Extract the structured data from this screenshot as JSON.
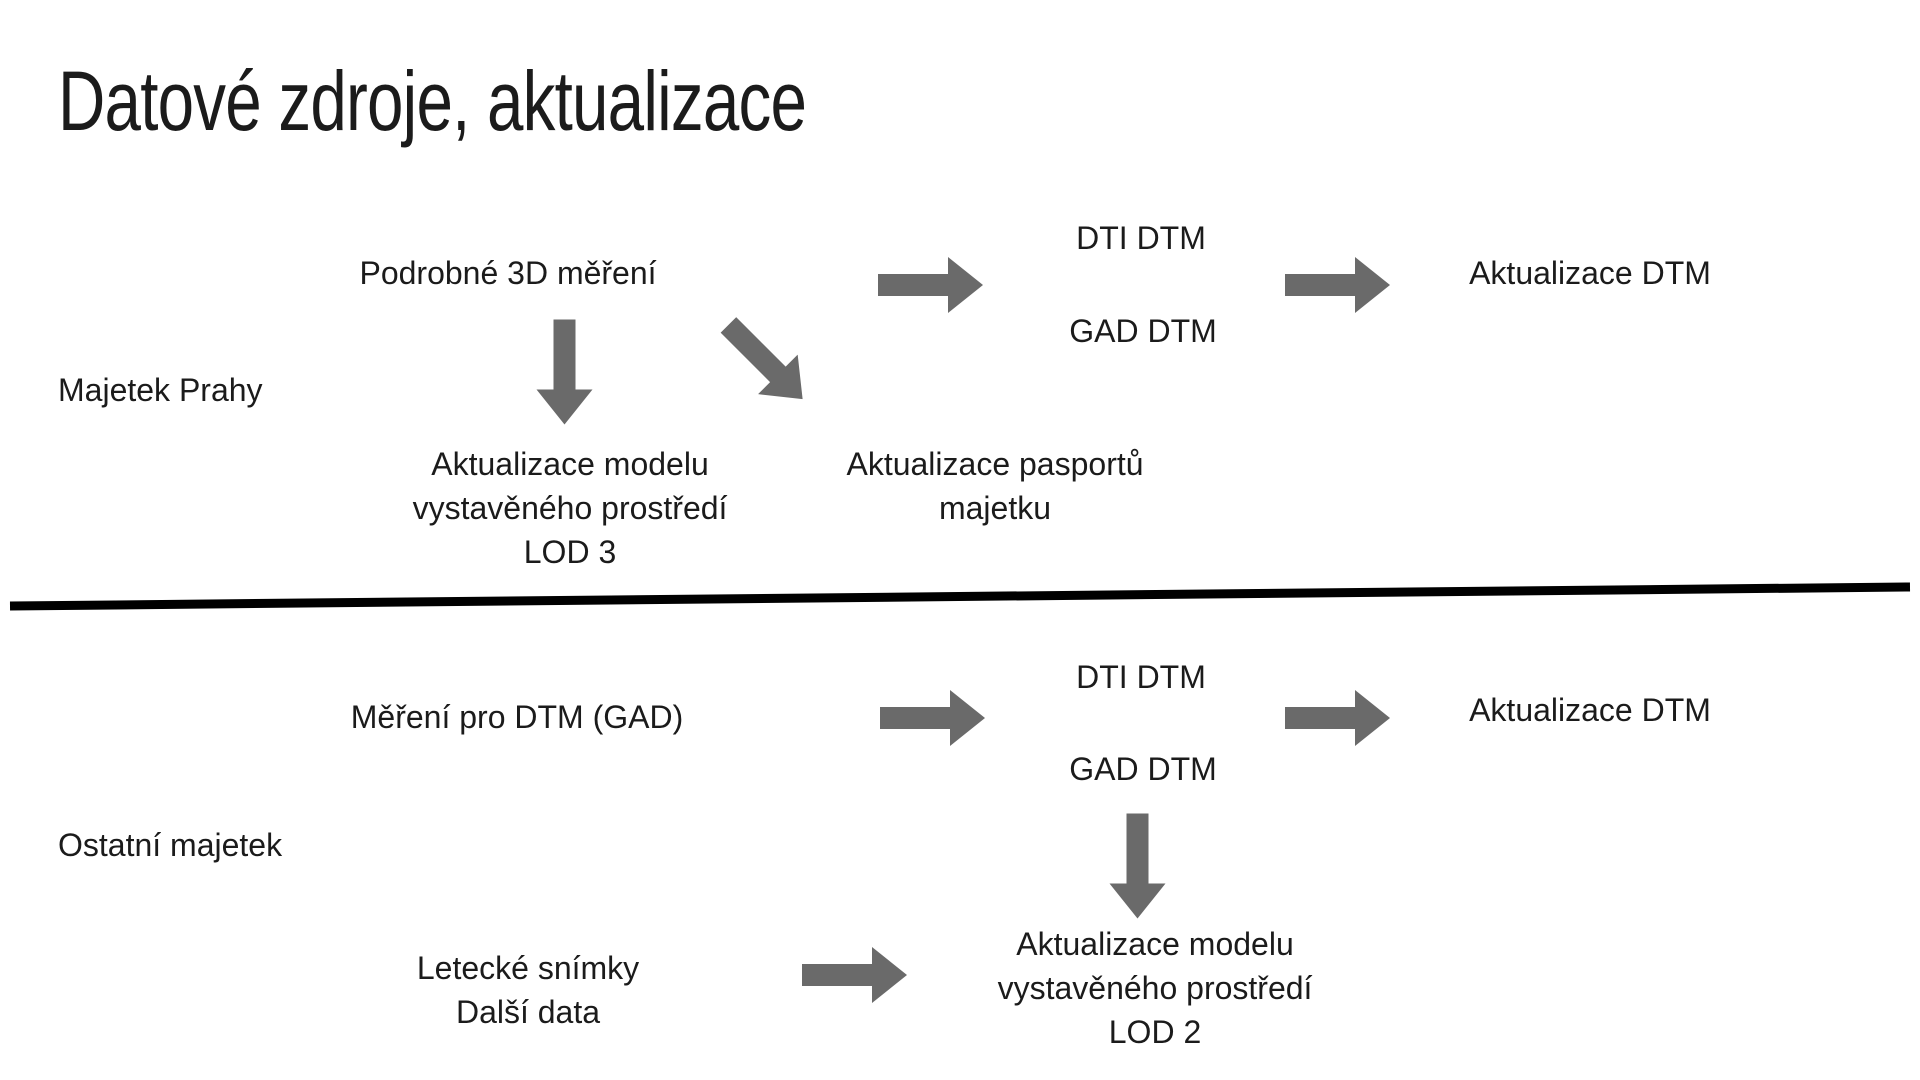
{
  "colors": {
    "background": "#ffffff",
    "text": "#1b1b1b",
    "arrow": "#6a6a6a",
    "divider": "#000000"
  },
  "title": "Datové zdroje, aktualizace",
  "top_section": {
    "row_label": "Majetek Prahy",
    "source": "Podrobné 3D měření",
    "dti_dtm": "DTI DTM",
    "gad_dtm": "GAD DTM",
    "update_dtm": "Aktualizace DTM",
    "model_update": {
      "lines": [
        "Aktualizace modelu",
        "vystavěného prostředí",
        "LOD 3"
      ]
    },
    "passport_update": {
      "lines": [
        "Aktualizace pasportů",
        "majetku"
      ]
    }
  },
  "bottom_section": {
    "row_label": "Ostatní majetek",
    "source": "Měření pro DTM (GAD)",
    "dti_dtm": "DTI DTM",
    "gad_dtm": "GAD DTM",
    "update_dtm": "Aktualizace DTM",
    "other_sources": {
      "lines": [
        "Letecké snímky",
        "Další data"
      ]
    },
    "model_update": {
      "lines": [
        "Aktualizace modelu",
        "vystavěného prostředí",
        "LOD 2"
      ]
    }
  }
}
